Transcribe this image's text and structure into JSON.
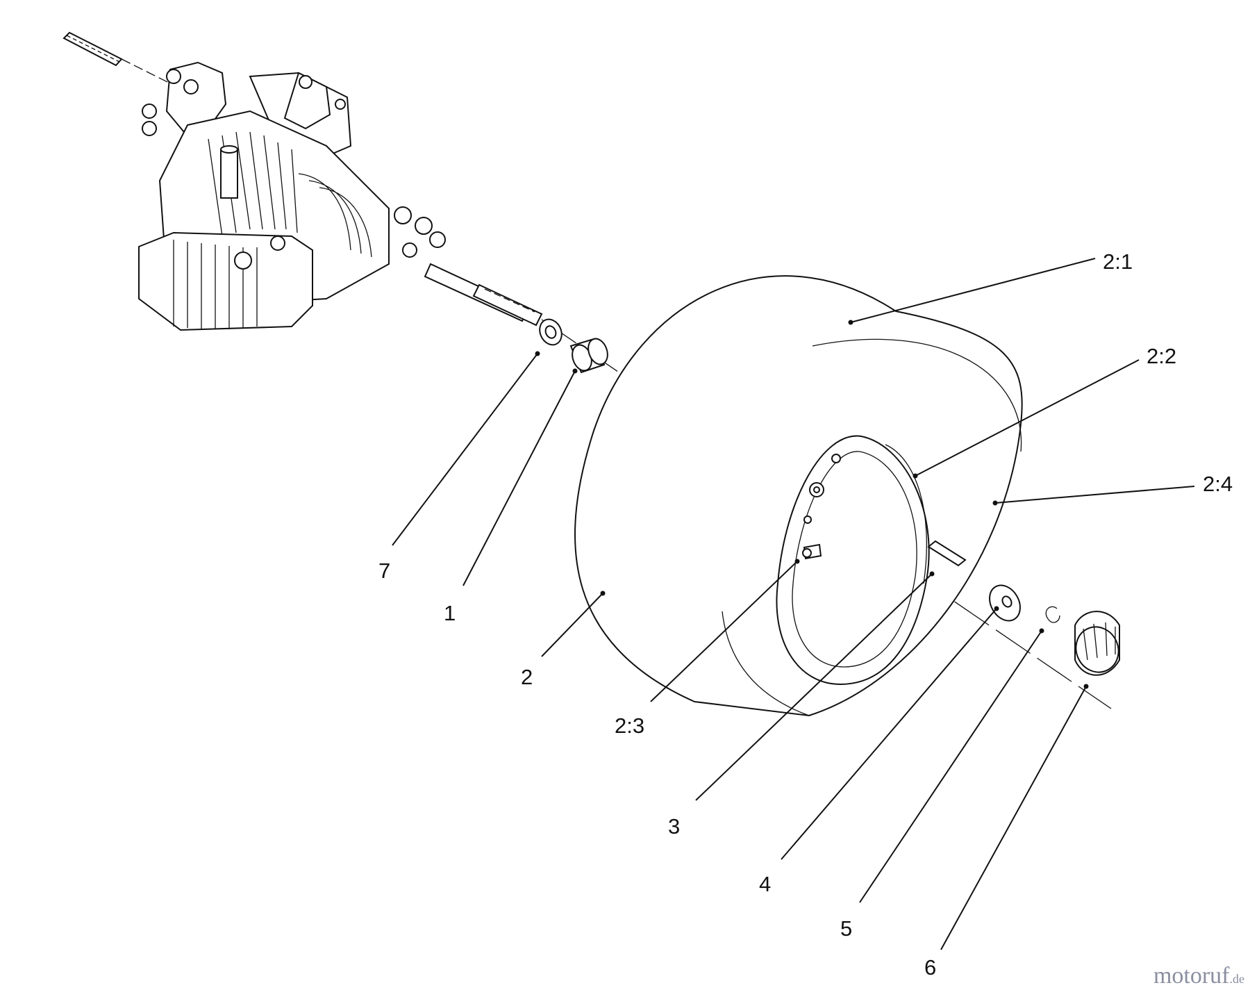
{
  "callouts": {
    "c2_1": "2:1",
    "c2_2": "2:2",
    "c2_4": "2:4",
    "c7": "7",
    "c1": "1",
    "c2": "2",
    "c2_3": "2:3",
    "c3": "3",
    "c4": "4",
    "c5": "5",
    "c6": "6"
  },
  "watermark": {
    "main": "motoruf",
    "suffix": ".de"
  }
}
